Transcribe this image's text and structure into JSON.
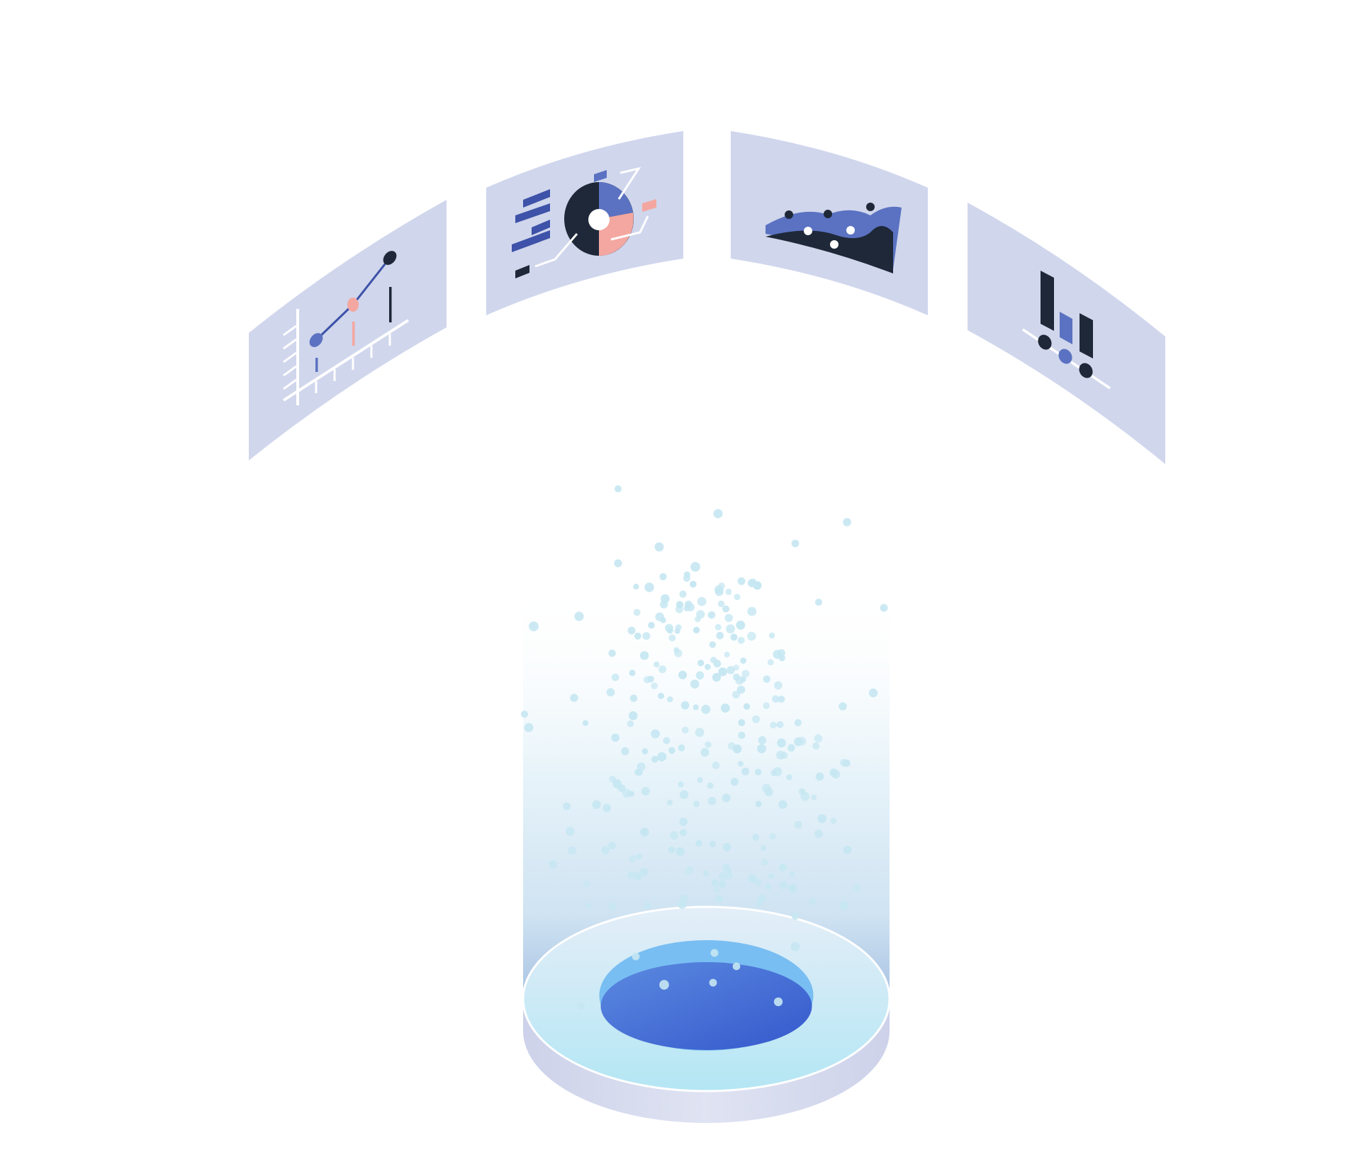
{
  "colors": {
    "background": "#ffffff",
    "panel": "#d0d6ec",
    "navy": "#1e2838",
    "blue": "#5b72c2",
    "deep_blue": "#3d52a8",
    "salmon": "#f4a7a1",
    "white": "#ffffff",
    "particle": "#c6e7f2",
    "beam_top": "#ffffff",
    "beam_mid": "#e2f1f8",
    "beam_bottom": "#a8c2e2",
    "platform_top_light": "#e4eef8",
    "platform_top_cyan": "#b4e6f4",
    "platform_side": "#d2d6ea",
    "well_outer": "#79bef2",
    "well_inner_light": "#5583d8",
    "well_inner_dark": "#3b5fd1"
  },
  "panels": [
    {
      "name": "line-chart-panel",
      "icon": "line-chart-icon"
    },
    {
      "name": "pie-chart-panel",
      "icon": "pie-chart-icon"
    },
    {
      "name": "area-chart-panel",
      "icon": "area-chart-icon"
    },
    {
      "name": "bar-chart-panel",
      "icon": "bar-chart-icon"
    }
  ],
  "platform": {
    "name": "data-platform",
    "icon": "portal-well-icon"
  },
  "particles": {
    "name": "data-particles",
    "icon": "particle-dot-icon"
  }
}
